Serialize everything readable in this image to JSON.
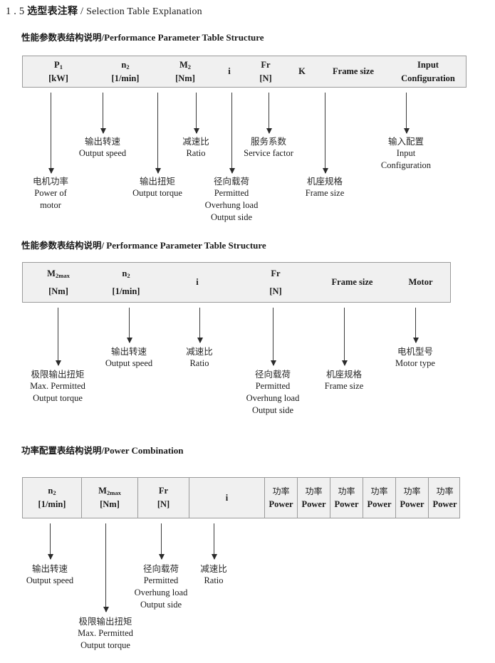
{
  "document": {
    "section_number": "1 . 5",
    "title_cn": "选型表注释",
    "title_sep": "/",
    "title_en": "Selection Table Explanation"
  },
  "sections": [
    {
      "heading_cn": "性能参数表结构说明",
      "heading_sep": "/",
      "heading_en": "Performance Parameter Table Structure",
      "table": {
        "columns": [
          {
            "line1": "P",
            "sub1": "1",
            "line2": "[kW]"
          },
          {
            "line1": "n",
            "sub1": "2",
            "line2": "[1/min]"
          },
          {
            "line1": "M",
            "sub1": "2",
            "line2": "[Nm]"
          },
          {
            "line1": "i",
            "sub1": "",
            "line2": ""
          },
          {
            "line1": "Fr",
            "sub1": "",
            "line2": "[N]"
          },
          {
            "line1": "K",
            "sub1": "",
            "line2": ""
          },
          {
            "line1": "Frame size",
            "sub1": "",
            "line2": ""
          },
          {
            "line1": "Input",
            "sub1": "",
            "line2": "Configuration"
          }
        ]
      },
      "annotations": [
        {
          "cn": "电机功率",
          "en": [
            "Power of",
            "motor"
          ]
        },
        {
          "cn": "输出转速",
          "en": [
            "Output speed"
          ]
        },
        {
          "cn": "输出扭矩",
          "en": [
            "Output torque"
          ]
        },
        {
          "cn": "减速比",
          "en": [
            "Ratio"
          ]
        },
        {
          "cn": "径向载荷",
          "en": [
            "Permitted",
            "Overhung load",
            "Output side"
          ]
        },
        {
          "cn": "服务系数",
          "en": [
            "Service factor"
          ]
        },
        {
          "cn": "机座规格",
          "en": [
            "Frame size"
          ]
        },
        {
          "cn": "输入配置",
          "en": [
            "Input",
            "Configuration"
          ]
        }
      ]
    },
    {
      "heading_cn": "性能参数表结构说明",
      "heading_sep": "/",
      "heading_en": "Performance Parameter Table Structure",
      "table": {
        "columns": [
          {
            "line1": "M",
            "sub1": "2max",
            "line2": "[Nm]"
          },
          {
            "line1": "n",
            "sub1": "2",
            "line2": "[1/min]"
          },
          {
            "line1": "i",
            "sub1": "",
            "line2": ""
          },
          {
            "line1": "Fr",
            "sub1": "",
            "line2": "[N]"
          },
          {
            "line1": "Frame size",
            "sub1": "",
            "line2": ""
          },
          {
            "line1": "Motor",
            "sub1": "",
            "line2": ""
          }
        ]
      },
      "annotations": [
        {
          "cn": "极限输出扭矩",
          "en": [
            "Max. Permitted",
            "Output  torque"
          ]
        },
        {
          "cn": "输出转速",
          "en": [
            "Output speed"
          ]
        },
        {
          "cn": "减速比",
          "en": [
            "Ratio"
          ]
        },
        {
          "cn": "径向载荷",
          "en": [
            "Permitted",
            "Overhung load",
            "Output side"
          ]
        },
        {
          "cn": "机座规格",
          "en": [
            "Frame size"
          ]
        },
        {
          "cn": "电机型号",
          "en": [
            "Motor type"
          ]
        }
      ]
    },
    {
      "heading_cn": "功率配置表结构说明",
      "heading_sep": "/",
      "heading_en": "Power Combination",
      "table": {
        "columns": [
          {
            "line1": "n",
            "sub1": "2",
            "line2": "[1/min]"
          },
          {
            "line1": "M",
            "sub1": "2max",
            "line2": "[Nm]"
          },
          {
            "line1": "Fr",
            "sub1": "",
            "line2": "[N]"
          },
          {
            "line1": "i",
            "sub1": "",
            "line2": ""
          },
          {
            "line1": "功率",
            "sub1": "",
            "line2": "Power"
          },
          {
            "line1": "功率",
            "sub1": "",
            "line2": "Power"
          },
          {
            "line1": "功率",
            "sub1": "",
            "line2": "Power"
          },
          {
            "line1": "功率",
            "sub1": "",
            "line2": "Power"
          },
          {
            "line1": "功率",
            "sub1": "",
            "line2": "Power"
          },
          {
            "line1": "功率",
            "sub1": "",
            "line2": "Power"
          }
        ]
      },
      "annotations": [
        {
          "cn": "输出转速",
          "en": [
            "Output speed"
          ]
        },
        {
          "cn": "极限输出扭矩",
          "en": [
            "Max. Permitted",
            "Output  torque"
          ]
        },
        {
          "cn": "径向载荷",
          "en": [
            "Permitted",
            "Overhung load",
            "Output side"
          ]
        },
        {
          "cn": "减速比",
          "en": [
            "Ratio"
          ]
        }
      ]
    }
  ],
  "colors": {
    "table_fill": "#f0f0f0",
    "table_border": "#9a9a9a",
    "text": "#1a1a1a",
    "arrow": "#2b2b2b"
  }
}
